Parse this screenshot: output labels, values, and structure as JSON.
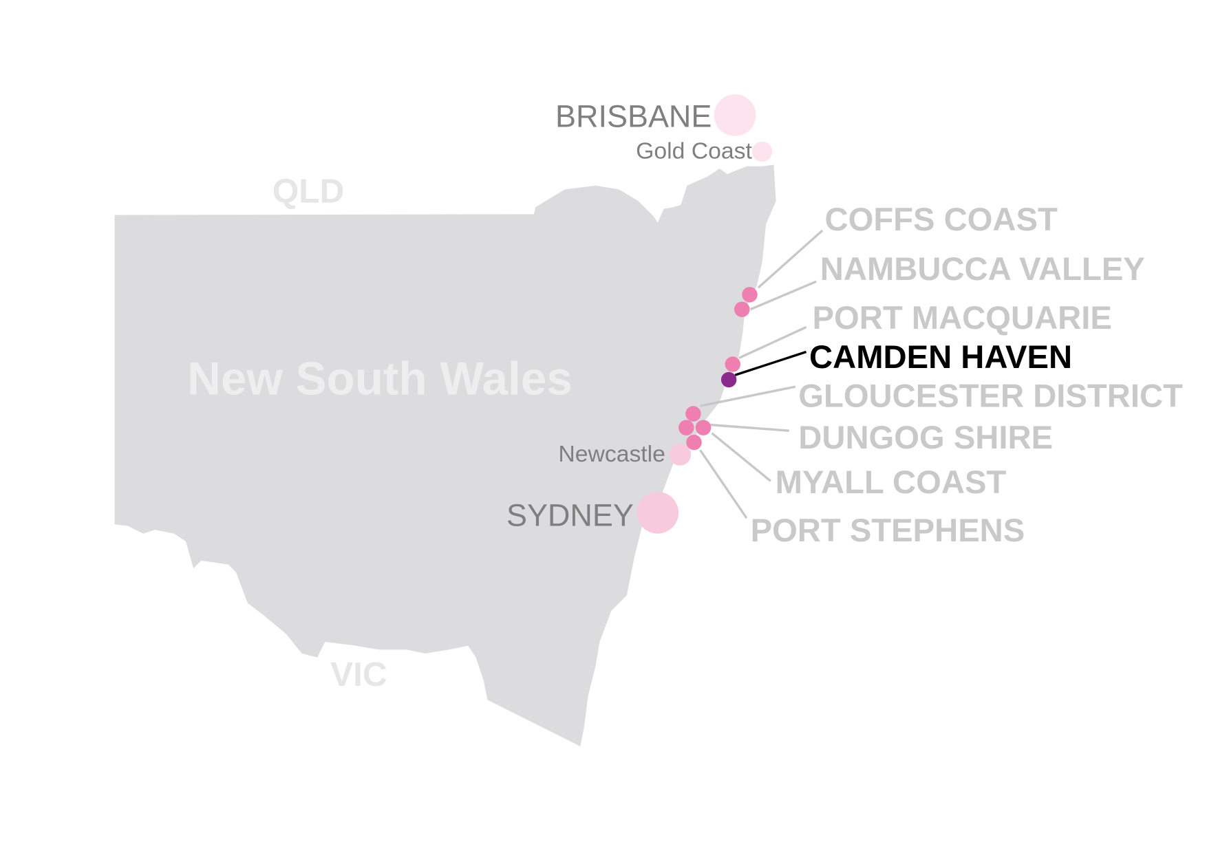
{
  "map": {
    "state_label": "New South Wales",
    "neighbours": {
      "north": "QLD",
      "south": "VIC"
    },
    "cities": [
      {
        "name": "BRISBANE"
      },
      {
        "name": "Gold Coast"
      },
      {
        "name": "Newcastle"
      },
      {
        "name": "SYDNEY"
      }
    ],
    "regions": [
      {
        "name": "COFFS COAST"
      },
      {
        "name": "NAMBUCCA VALLEY"
      },
      {
        "name": "PORT MACQUARIE"
      },
      {
        "name": "CAMDEN HAVEN",
        "highlighted": true
      },
      {
        "name": "GLOUCESTER DISTRICT"
      },
      {
        "name": "DUNGOG SHIRE"
      },
      {
        "name": "MYALL COAST"
      },
      {
        "name": "PORT STEPHENS"
      }
    ],
    "colors": {
      "land": "#dcdcde",
      "region_dot": "#ee7fb0",
      "highlight_dot": "#8b2a8c",
      "city_dot": "#fadbe8",
      "highlight_text": "#000000",
      "region_text": "#c9c9c9"
    }
  }
}
